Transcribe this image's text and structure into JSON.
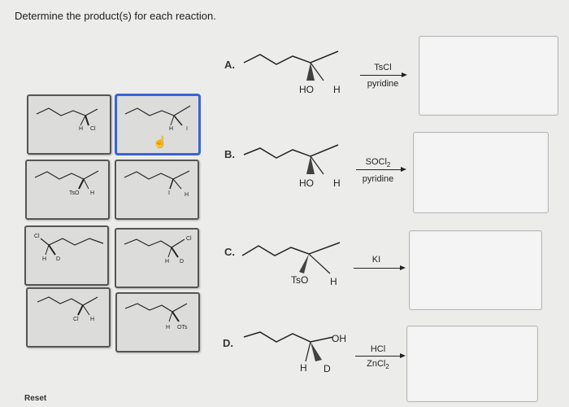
{
  "page": {
    "title": "Determine the product(s) for each reaction.",
    "reset_label": "Reset"
  },
  "tiles": [
    {
      "id": "t1",
      "labels": [
        "H",
        "Cl"
      ]
    },
    {
      "id": "t2",
      "labels": [
        "H",
        "I"
      ],
      "selected": true
    },
    {
      "id": "t3",
      "labels": [
        "TsO",
        "H"
      ]
    },
    {
      "id": "t4",
      "labels": [
        "I",
        "H"
      ]
    },
    {
      "id": "t5",
      "labels": [
        "Cl",
        "H",
        "D"
      ]
    },
    {
      "id": "t6",
      "labels": [
        "Cl",
        "H",
        "D"
      ]
    },
    {
      "id": "t7",
      "labels": [
        "Cl",
        "H"
      ]
    },
    {
      "id": "t8",
      "labels": [
        "H",
        "OTs"
      ]
    }
  ],
  "reactions": [
    {
      "letter": "A.",
      "groups": [
        "HO",
        "H"
      ],
      "reagents": [
        "TsCl",
        "pyridine"
      ]
    },
    {
      "letter": "B.",
      "groups": [
        "HO",
        "H"
      ],
      "reagents": [
        "SOCl",
        "2",
        "pyridine"
      ]
    },
    {
      "letter": "C.",
      "groups": [
        "TsO",
        "H"
      ],
      "reagents": [
        "KI"
      ]
    },
    {
      "letter": "D.",
      "groups": [
        "OH",
        "H",
        "D"
      ],
      "reagents": [
        "HCl",
        "ZnCl",
        "2"
      ]
    }
  ],
  "icons": {
    "cursor": "hand-pointer-icon"
  }
}
